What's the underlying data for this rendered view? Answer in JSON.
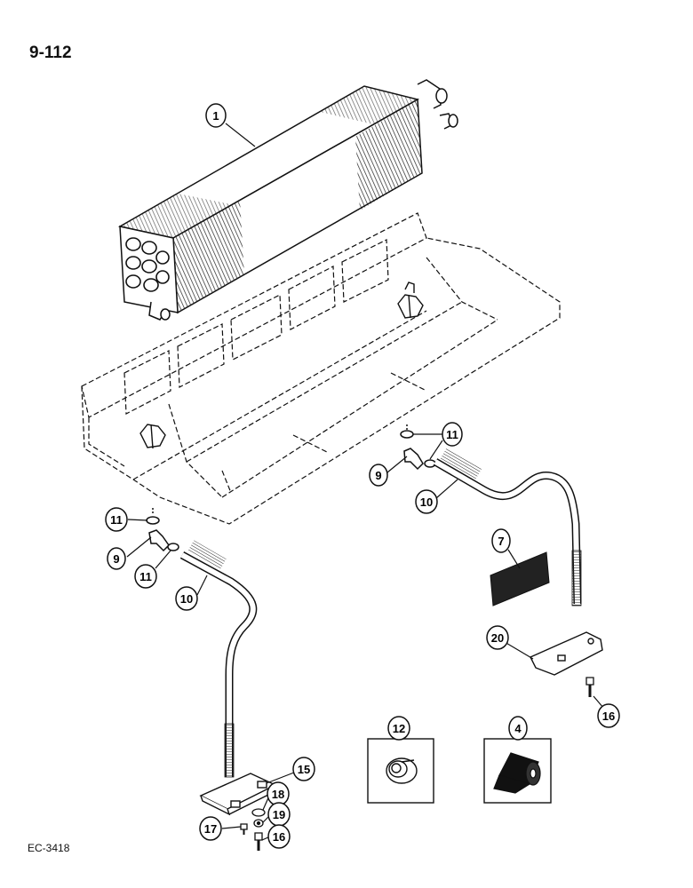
{
  "page_number": "9-112",
  "figure_code": "EC-3418",
  "callouts": {
    "c1": "1",
    "c11a": "11",
    "c9a": "9",
    "c10a": "10",
    "c11b": "11",
    "c9b": "9",
    "c11c": "11",
    "c10b": "10",
    "c7": "7",
    "c20": "20",
    "c16a": "16",
    "c12": "12",
    "c4": "4",
    "c15": "15",
    "c18": "18",
    "c17": "17",
    "c19": "19",
    "c16b": "16"
  }
}
